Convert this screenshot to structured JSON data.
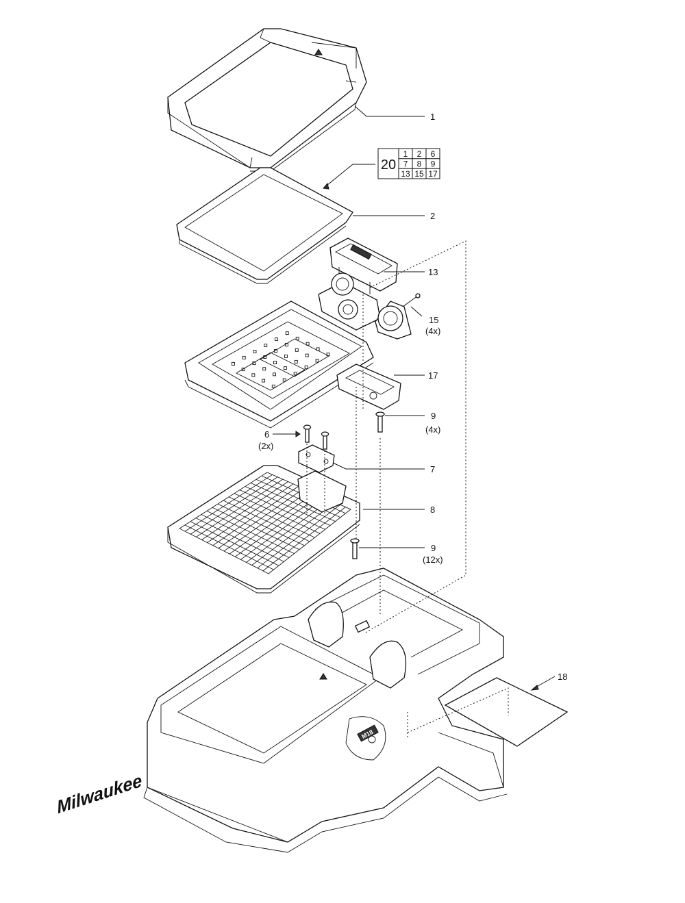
{
  "callouts": [
    {
      "id": "1",
      "label": "1",
      "qty": ""
    },
    {
      "id": "2",
      "label": "2",
      "qty": ""
    },
    {
      "id": "13",
      "label": "13",
      "qty": ""
    },
    {
      "id": "15",
      "label": "15",
      "qty": "(4x)"
    },
    {
      "id": "17",
      "label": "17",
      "qty": ""
    },
    {
      "id": "9a",
      "label": "9",
      "qty": "(4x)"
    },
    {
      "id": "6",
      "label": "6",
      "qty": "(2x)"
    },
    {
      "id": "7",
      "label": "7",
      "qty": ""
    },
    {
      "id": "8",
      "label": "8",
      "qty": ""
    },
    {
      "id": "9b",
      "label": "9",
      "qty": "(12x)"
    },
    {
      "id": "18",
      "label": "18",
      "qty": ""
    }
  ],
  "kit": {
    "number": "20",
    "rows": [
      [
        "1",
        "2",
        "6"
      ],
      [
        "7",
        "8",
        "9"
      ],
      [
        "13",
        "15",
        "17"
      ]
    ]
  },
  "brand": {
    "logo_text": "Milwaukee",
    "badge_text": "M18"
  }
}
